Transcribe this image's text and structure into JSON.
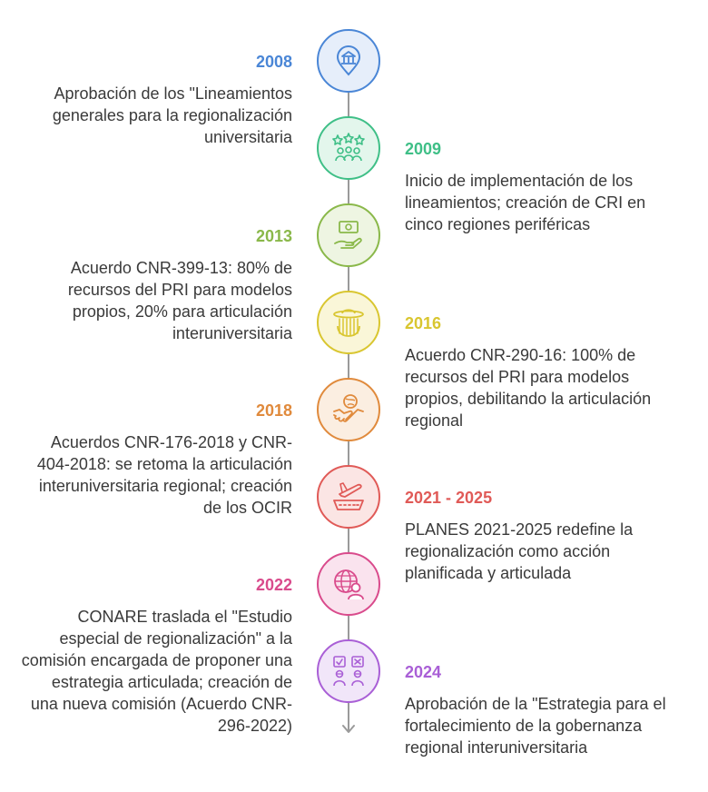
{
  "events": [
    {
      "year": "2008",
      "text": "Aprobación de los \"Lineamientos generales para la regionalización universitaria",
      "color": "#4a86d6",
      "fill": "#e6eefa",
      "icon": "institution-pin-icon"
    },
    {
      "year": "2009",
      "text": "Inicio de implementación de los lineamientos; creación de CRI en cinco regiones periféricas",
      "color": "#3fbf87",
      "fill": "#e3f6ec",
      "icon": "community-stars-icon"
    },
    {
      "year": "2013",
      "text": "Acuerdo CNR-399-13: 80% de recursos del PRI para modelos propios, 20% para articulación interuniversitaria",
      "color": "#8ab84a",
      "fill": "#eef5e2",
      "icon": "hand-money-icon"
    },
    {
      "year": "2016",
      "text": "Acuerdo CNR-290-16: 100% de recursos del PRI para modelos propios, debilitando la articulación regional",
      "color": "#d9c630",
      "fill": "#faf6d8",
      "icon": "sombrero-icon"
    },
    {
      "year": "2018",
      "text": "Acuerdos CNR-176-2018 y CNR-404-2018: se retoma la articulación interuniversitaria regional; creación de los OCIR",
      "color": "#e08a3c",
      "fill": "#fbeee1",
      "icon": "handshake-icon"
    },
    {
      "year": "2021 - 2025",
      "text": "PLANES 2021-2025 redefine la regionalización como acción planificada y articulada",
      "color": "#e05a57",
      "fill": "#fbe5e4",
      "icon": "plane-takeoff-icon"
    },
    {
      "year": "2022",
      "text": "CONARE traslada el \"Estudio especial de regionalización\" a la comisión encargada de proponer una estrategia articulada; creación de una nueva comisión (Acuerdo CNR-296-2022)",
      "color": "#d94b8c",
      "fill": "#fae3ee",
      "icon": "globe-user-icon"
    },
    {
      "year": "2024",
      "text": "Aprobación de la \"Estrategia para el fortalecimiento de la gobernanza regional interuniversitaria",
      "color": "#a95fd6",
      "fill": "#f1e6f9",
      "icon": "voting-people-icon"
    }
  ]
}
